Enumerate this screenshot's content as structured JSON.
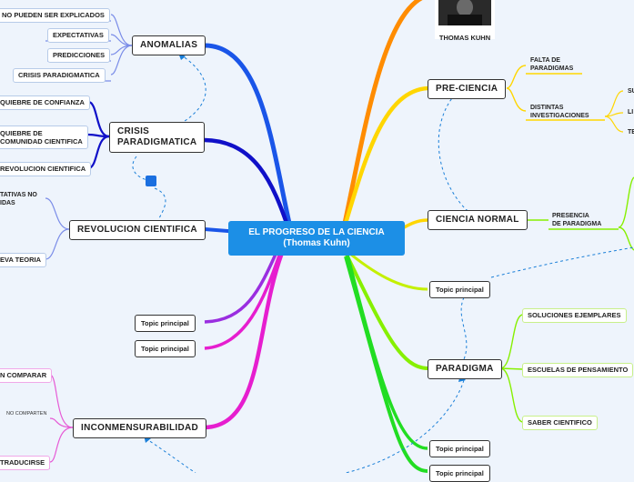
{
  "center": {
    "line1": "EL PROGRESO DE LA CIENCIA",
    "line2": "(Thomas Kuhn)"
  },
  "left": {
    "anomalias": {
      "label": "ANOMALIAS",
      "items": [
        "NO PUEDEN SER EXPLICADOS",
        "EXPECTATIVAS",
        "PREDICCIONES",
        "CRISIS PARADIGMATICA"
      ]
    },
    "crisis": {
      "line1": "CRISIS",
      "line2": "PARADIGMATICA",
      "items": [
        "QUIEBRE DE CONFIANZA",
        "QUIEBRE DE",
        "COMUNIDAD CIENTIFICA",
        "REVOLUCION CIENTIFICA"
      ]
    },
    "revolucion": {
      "label": "REVOLUCION CIENTIFICA",
      "items": [
        "TATIVAS NO",
        "IDAS",
        "EVA TEORIA"
      ]
    },
    "topic1": "Topic principal",
    "topic2": "Topic principal",
    "incon": {
      "label": "INCONMENSURABILIDAD",
      "items": [
        "N COMPARAR",
        "NO COMPARTEN",
        "TRADUCIRSE"
      ]
    }
  },
  "right": {
    "thomas": "THOMAS KUHN",
    "preciencia": {
      "label": "PRE-CIENCIA",
      "falta1": "FALTA DE",
      "falta2": "PARADIGMAS",
      "dist1": "DISTINTAS",
      "dist2": "INVESTIGACIONES",
      "cut": [
        "SU",
        "LI",
        "TE"
      ]
    },
    "normal": {
      "label": "CIENCIA NORMAL",
      "pres1": "PRESENCIA",
      "pres2": "DE PARADIGMA"
    },
    "topic3": "Topic principal",
    "paradigma": {
      "label": "PARADIGMA",
      "items": [
        "SOLUCIONES EJEMPLARES",
        "ESCUELAS DE PENSAMIENTO",
        "SABER CIENTIFICO"
      ]
    },
    "topic4": "Topic principal",
    "topic5": "Topic principal"
  },
  "colors": {
    "blue": "#1a55e8",
    "navy": "#1010c8",
    "purple": "#9a2ee0",
    "magenta": "#e61ecf",
    "orange": "#ff8c00",
    "yellow": "#ffd600",
    "lime": "#86f000",
    "green": "#22dd22",
    "center": "#1c8fe6"
  }
}
